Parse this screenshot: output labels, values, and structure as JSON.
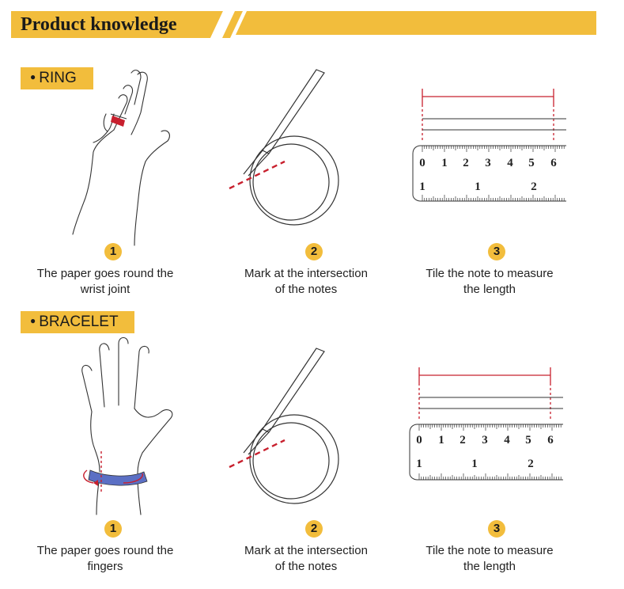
{
  "header": {
    "title": "Product knowledge"
  },
  "colors": {
    "accent": "#f2bd3c",
    "mark_red": "#c8202e",
    "band_blue": "#5b6fc4"
  },
  "ring": {
    "tag": "RING",
    "steps": [
      {
        "number": "1",
        "line1": "The paper goes round the",
        "line2": "wrist joint"
      },
      {
        "number": "2",
        "line1": "Mark at the intersection",
        "line2": "of the notes"
      },
      {
        "number": "3",
        "line1": "Tile the note to measure",
        "line2": "the length"
      }
    ]
  },
  "bracelet": {
    "tag": "BRACELET",
    "steps": [
      {
        "number": "1",
        "line1": "The paper goes round the",
        "line2": "fingers"
      },
      {
        "number": "2",
        "line1": "Mark at the intersection",
        "line2": "of the notes"
      },
      {
        "number": "3",
        "line1": "Tile the note to measure",
        "line2": "the length"
      }
    ]
  },
  "ruler": {
    "top_numbers": [
      "0",
      "1",
      "2",
      "3",
      "4",
      "5",
      "6"
    ],
    "bottom_numbers": [
      "1",
      "1",
      "2"
    ]
  },
  "icons": [
    "bullet-dot-icon",
    "hand-ring-icon",
    "paper-loop-icon",
    "ruler-icon",
    "hand-bracelet-icon"
  ]
}
